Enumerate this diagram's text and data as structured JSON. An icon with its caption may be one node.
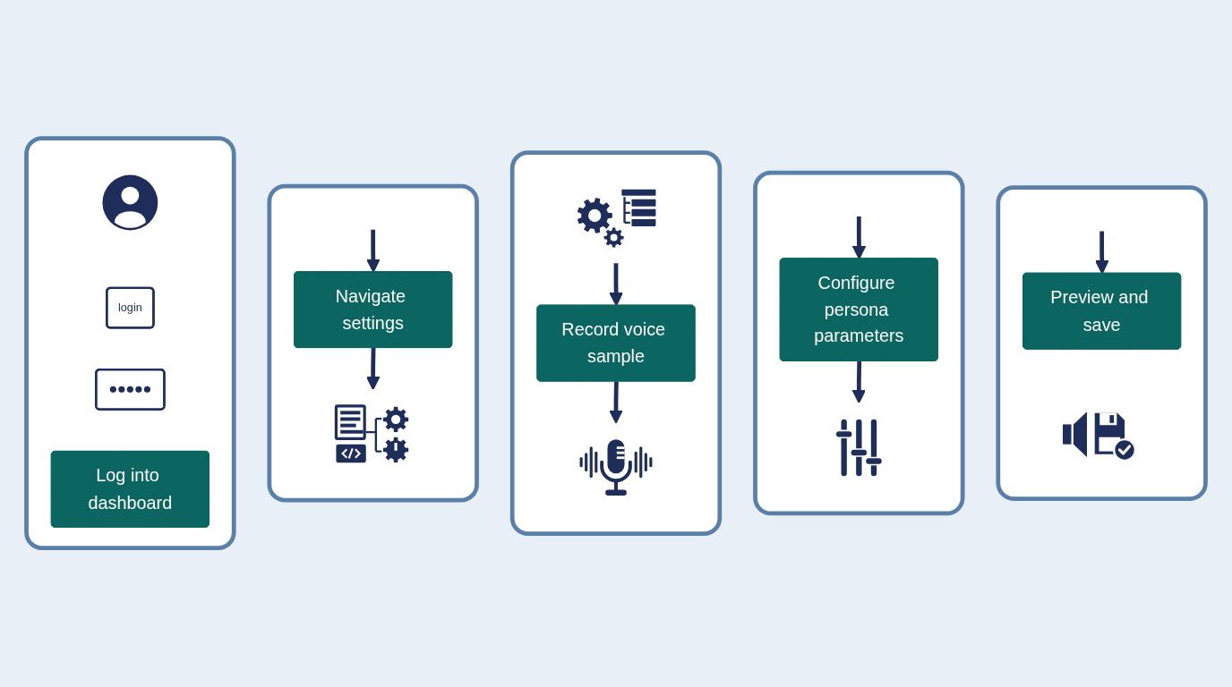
{
  "diagram": {
    "nodes": [
      {
        "text": [],
        "shape": "box"
      },
      {
        "text": [],
        "shape": "person",
        "in": 0
      },
      {
        "text": [
          "login"
        ],
        "in": 0
      },
      {
        "text": [],
        "shape": "box",
        "in": 0
      },
      {
        "text": [
          "Log into dashboard"
        ],
        "in": 0
      },
      {
        "text": [],
        "shape": "box"
      },
      {
        "text": [
          "Navigate settings"
        ],
        "in": 5
      },
      {
        "text": [],
        "shape": "picture",
        "in": 5
      },
      {
        "text": [],
        "shape": "box"
      },
      {
        "text": [],
        "shape": "picture",
        "in": 8
      },
      {
        "text": [
          "Record voice sample"
        ],
        "in": 8
      },
      {
        "text": [],
        "shape": "picture",
        "in": 8
      },
      {
        "text": [],
        "shape": "box"
      },
      {
        "text": [
          "Configure persona parameters"
        ],
        "in": 12
      },
      {
        "text": [],
        "shape": "picture",
        "in": 12
      },
      {
        "text": [],
        "shape": "box"
      },
      {
        "text": [
          "Preview and save"
        ],
        "in": 15
      },
      {
        "text": [],
        "shape": "picture",
        "in": 15
      }
    ],
    "edges": [
      {
        "from": null,
        "to": 6,
        "arrow": "to"
      },
      {
        "from": 6,
        "to": 7,
        "arrow": "to"
      },
      {
        "from": 9,
        "to": 10,
        "arrow": "to"
      },
      {
        "from": 10,
        "to": 11,
        "arrow": "to"
      },
      {
        "from": null,
        "to": 13,
        "arrow": "to"
      },
      {
        "from": 13,
        "to": 14,
        "arrow": "to"
      },
      {
        "from": null,
        "to": 16,
        "arrow": "to"
      }
    ]
  }
}
